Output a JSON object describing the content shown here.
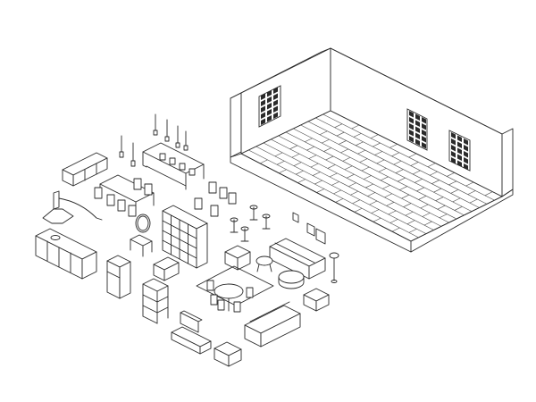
{
  "illustration": {
    "style": "isometric line art",
    "colors": {
      "stroke": "#2a2a2a",
      "background": "#ffffff"
    },
    "objects": [
      "room-shell",
      "wood-floor",
      "window",
      "bookshelf",
      "dining-set",
      "pendant-lamps",
      "bar-counter",
      "range-hood",
      "kitchen-counter",
      "refrigerator",
      "round-mirror",
      "side-table",
      "cube-shelf",
      "armchair",
      "chairs",
      "bar-stools",
      "wall-frames",
      "sofa",
      "coffee-table",
      "floor-lamp",
      "round-dining-table",
      "shelving-rack",
      "tv-stand",
      "loveseat",
      "rug"
    ]
  }
}
